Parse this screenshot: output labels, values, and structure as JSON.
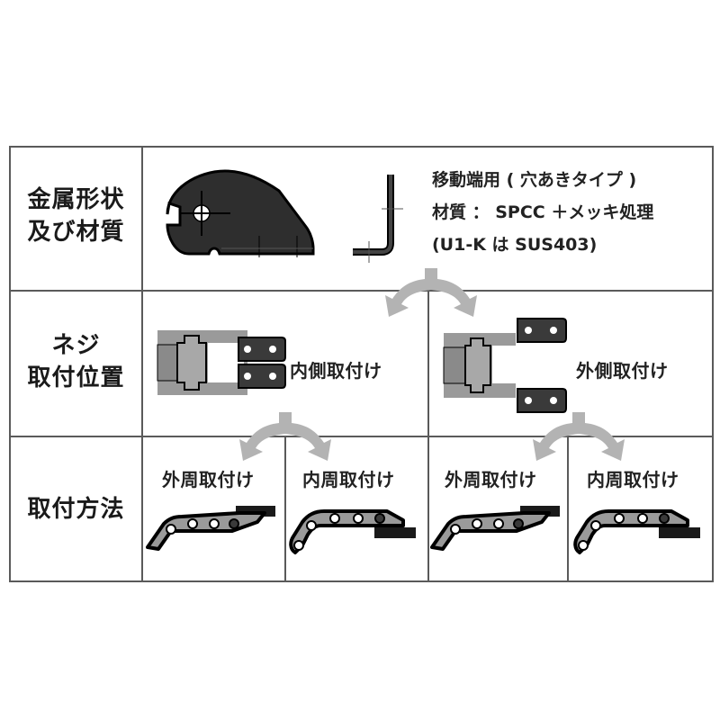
{
  "rows": [
    {
      "header": {
        "line1": "金属形状",
        "line2": "及び材質"
      },
      "spec": {
        "line1": "移動端用 ( 穴あきタイプ )",
        "line2": "材質 ： SPCC ＋メッキ処理",
        "line3": "(U1-K は SUS403)"
      },
      "figures": [
        "bracket-plate-icon",
        "l-bracket-icon"
      ]
    },
    {
      "header": {
        "line1": "ネジ",
        "line2": "取付位置"
      },
      "options": [
        {
          "label": "内側取付け",
          "figure": "inner-mount-bracket-icon"
        },
        {
          "label": "外側取付け",
          "figure": "outer-mount-bracket-icon"
        }
      ]
    },
    {
      "header": {
        "line1": "取付方法"
      },
      "options": [
        {
          "label": "外周取付け",
          "figure": "chain-outer-icon"
        },
        {
          "label": "内周取付け",
          "figure": "chain-inner-icon"
        },
        {
          "label": "外周取付け",
          "figure": "chain-outer-icon"
        },
        {
          "label": "内周取付け",
          "figure": "chain-inner-icon"
        }
      ]
    }
  ],
  "colors": {
    "border": "#5a5a5a",
    "metal": "#2e2e2e",
    "chain_body": "#9a9a9a",
    "arrow": "#b3b3b3"
  }
}
